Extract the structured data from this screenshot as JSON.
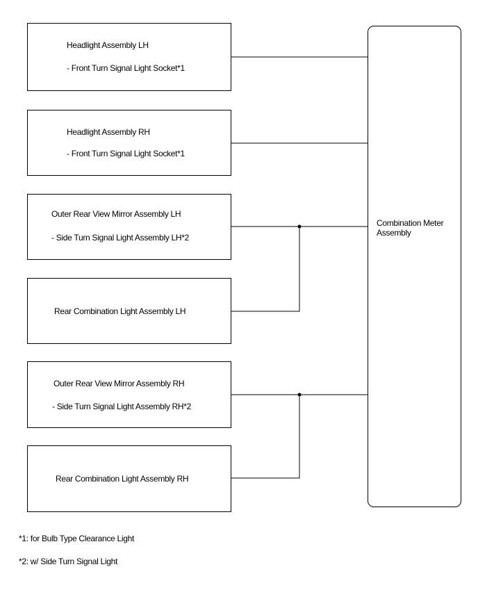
{
  "components": {
    "headlight_lh": {
      "line1": "Headlight Assembly LH",
      "line2": "- Front Turn Signal Light Socket*1"
    },
    "headlight_rh": {
      "line1": "Headlight Assembly RH",
      "line2": "- Front Turn Signal Light Socket*1"
    },
    "mirror_lh": {
      "line1": "Outer Rear View Mirror Assembly LH",
      "line2": "- Side Turn Signal Light Assembly LH*2"
    },
    "rear_lh": {
      "line1": "Rear Combination Light Assembly LH"
    },
    "mirror_rh": {
      "line1": "Outer Rear View Mirror Assembly RH",
      "line2": "- Side Turn Signal Light Assembly RH*2"
    },
    "rear_rh": {
      "line1": "Rear Combination Light Assembly RH"
    },
    "combination_meter": {
      "label": "Combination Meter Assembly"
    }
  },
  "footnotes": {
    "note1": "*1: for Bulb Type Clearance Light",
    "note2": "*2: w/ Side Turn Signal Light"
  }
}
